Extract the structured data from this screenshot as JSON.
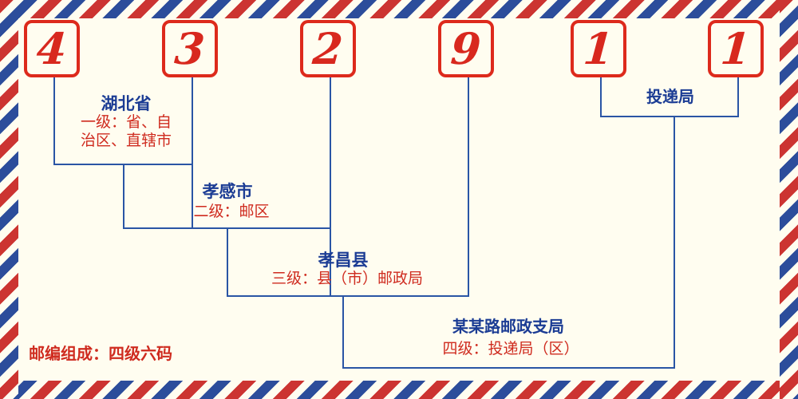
{
  "postal_code": {
    "digits": [
      "4",
      "3",
      "2",
      "9",
      "1",
      "1"
    ]
  },
  "levels": [
    {
      "name": "湖北省",
      "desc_lines": [
        "一级：省、自",
        "治区、直辖市"
      ]
    },
    {
      "name": "孝感市",
      "desc": "二级：邮区"
    },
    {
      "name": "孝昌县",
      "desc": "三级：县（市）邮政局"
    },
    {
      "name": "某某路邮政支局",
      "desc": "四级：投递局（区）"
    },
    {
      "name": "投递局"
    }
  ],
  "footer": {
    "composition_label": "邮编组成：四级六码"
  },
  "colors": {
    "background": "#fffdf0",
    "digit_red": "#d8281e",
    "box_border_red": "#dd2a1c",
    "line_blue": "#2a55a5",
    "label_blue": "#1b3c94",
    "label_red": "#cf2b1f",
    "stripe_red": "#cc3431",
    "stripe_blue": "#2c4d9b"
  }
}
